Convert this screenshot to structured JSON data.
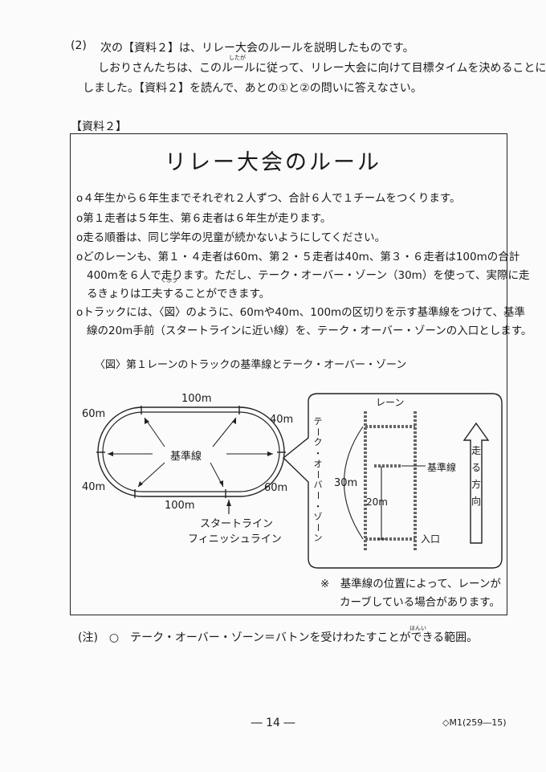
{
  "question": {
    "number": "(2)",
    "intro_line1": "次の【資料２】は、リレー大会のルールを説明したものです。",
    "intro_line2": "しおりさんたちは、このルールに従って、リレー大会に向けて目標タイムを決めることに",
    "intro_line3": "しました。【資料２】を読んで、あとの①と②の問いに答えなさい。",
    "ruby_shitaga": "したが"
  },
  "source_label": "【資料２】",
  "title": "リレー大会のルール",
  "rules": [
    "o４年生から６年生までそれぞれ２人ずつ、合計６人で１チームをつくります。",
    "o第１走者は５年生、第６走者は６年生が走ります。",
    "o走る順番は、同じ学年の児童が続かないようにしてください。",
    "oどのレーンも、第１・４走者は60m、第２・５走者は40m、第３・６走者は100mの合計",
    "400mを６人で走ります。ただし、テーク・オーバー・ゾーン（30m）を使って、実際に走",
    "るきょりは工夫することができます。",
    "oトラックには、〈図〉のように、60mや40m、100mの区切りを示す基準線をつけて、基準",
    "線の20m手前（スタートラインに近い線）を、テーク・オーバー・ゾーンの入口とします。"
  ],
  "ruby_kufuu": "くふう",
  "figure": {
    "caption": "〈図〉第１レーンのトラックの基準線とテーク・オーバー・ゾーン",
    "labels": {
      "top_100": "100m",
      "left_60": "60m",
      "right_40": "40m",
      "left_40": "40m",
      "right_60": "60m",
      "bottom_100": "100m",
      "kijunsen": "基準線",
      "start_line": "スタートライン",
      "finish_line": "フィニッシュライン",
      "lane": "レーン",
      "kijunsen2": "基準線",
      "zone_vertical": [
        "テ",
        "ー",
        "ク",
        "・",
        "オ",
        "ー",
        "バ",
        "ー",
        "・",
        "ゾ",
        "ー",
        "ン"
      ],
      "m30": "30m",
      "m20": "20m",
      "entrance": "入口",
      "direction": [
        "走",
        "る",
        "方",
        "向"
      ]
    }
  },
  "note_line1": "※　基準線の位置によって、レーンが",
  "note_line2": "カーブしている場合があります。",
  "footnote": "(注)　○　テーク・オーバー・ゾーン＝バトンを受けわたすことができる範囲。",
  "ruby_hani": "はんい",
  "page_number": "― 14 ―",
  "code": "◇M1(259―15)"
}
